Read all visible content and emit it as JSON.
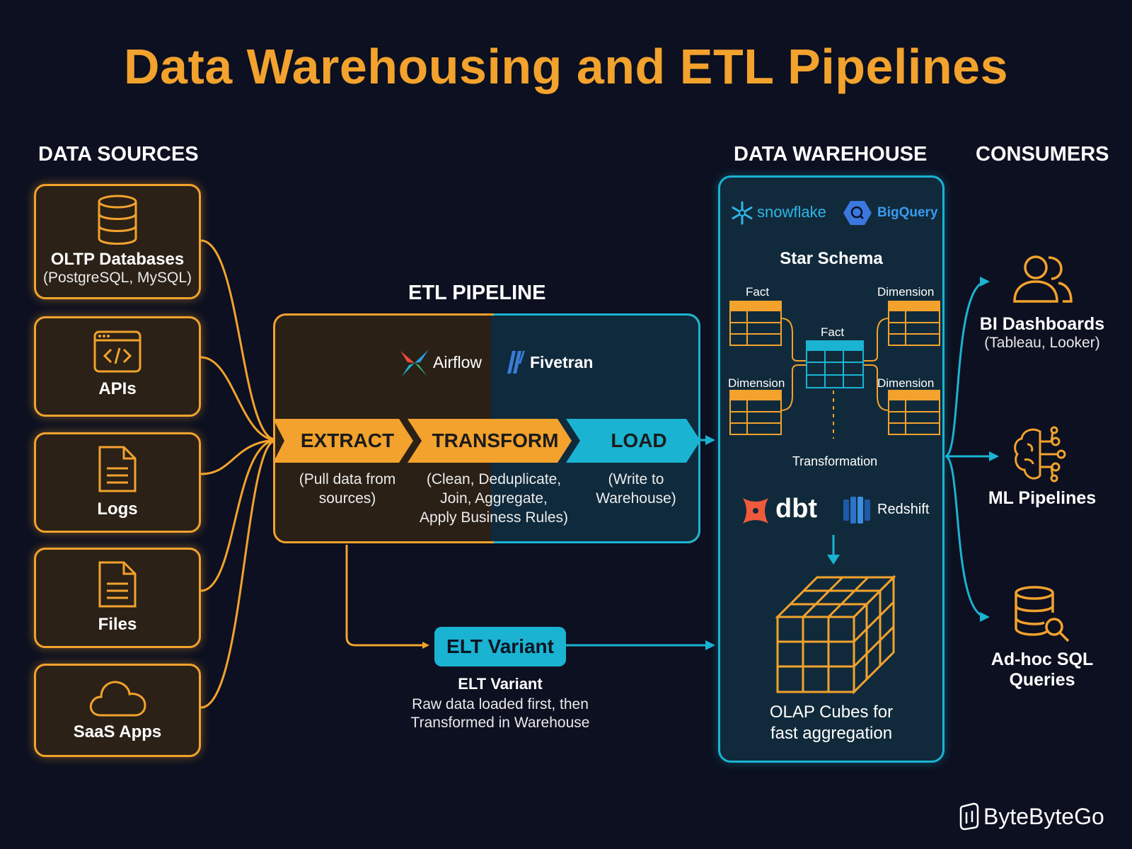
{
  "title": "Data Warehousing and ETL Pipelines",
  "columns": {
    "sources": "DATA SOURCES",
    "etl": "ETL PIPELINE",
    "warehouse": "DATA WAREHOUSE",
    "consumers": "CONSUMERS"
  },
  "sources": [
    {
      "title": "OLTP Databases",
      "sub": "(PostgreSQL, MySQL)",
      "icon": "database-icon"
    },
    {
      "title": "APIs",
      "sub": "",
      "icon": "code-window-icon"
    },
    {
      "title": "Logs",
      "sub": "",
      "icon": "document-icon"
    },
    {
      "title": "Files",
      "sub": "",
      "icon": "file-icon"
    },
    {
      "title": "SaaS Apps",
      "sub": "",
      "icon": "cloud-icon"
    }
  ],
  "etl": {
    "tools": [
      "Airflow",
      "Fivetran"
    ],
    "stages": [
      {
        "label": "EXTRACT",
        "line1": "(Pull data from",
        "line2": "sources)",
        "line3": ""
      },
      {
        "label": "TRANSFORM",
        "line1": "(Clean, Deduplicate,",
        "line2": "Join, Aggregate,",
        "line3": "Apply Business Rules)"
      },
      {
        "label": "LOAD",
        "line1": "(Write to",
        "line2": "Warehouse)",
        "line3": ""
      }
    ]
  },
  "elt": {
    "pill": "ELT Variant",
    "title": "ELT Variant",
    "line1": "Raw data loaded first, then",
    "line2": "Transformed in Warehouse"
  },
  "warehouse": {
    "logos": [
      "snowflake",
      "BigQuery"
    ],
    "schema_title": "Star Schema",
    "labels": {
      "fact_tl": "Fact",
      "dim_tr": "Dimension",
      "fact_center": "Fact",
      "dim_ml": "Dimension",
      "dim_mr": "Dimension",
      "transformation": "Transformation"
    },
    "tools": [
      "dbt",
      "Redshift"
    ],
    "olap_line1": "OLAP Cubes for",
    "olap_line2": "fast aggregation"
  },
  "consumers": [
    {
      "title": "BI Dashboards",
      "sub": "(Tableau, Looker)",
      "icon": "users-icon"
    },
    {
      "title": "ML Pipelines",
      "sub": "",
      "icon": "brain-icon"
    },
    {
      "title": "Ad-hoc SQL",
      "sub": "Queries",
      "icon": "database-search-icon"
    }
  ],
  "brand": "ByteByteGo",
  "colors": {
    "background": "#0c1020",
    "orange": "#f2a22d",
    "cyan": "#1ab3d2",
    "title": "#f2a22d"
  }
}
